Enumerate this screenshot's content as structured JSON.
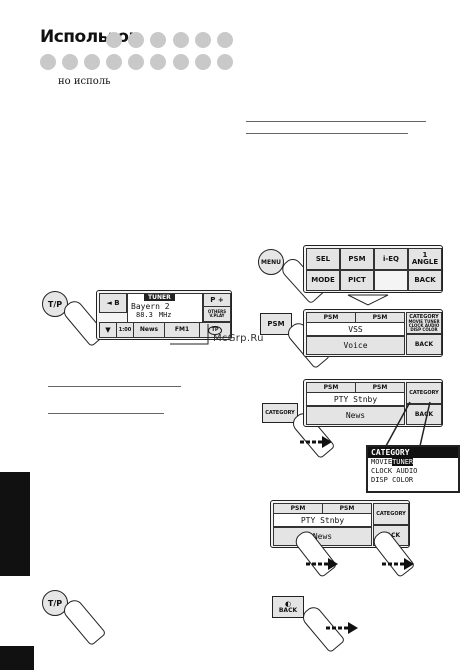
{
  "header": {
    "title": "Использов",
    "subtitle": "но исполь"
  },
  "side_tab": {
    "label": ""
  },
  "buttons": {
    "tp": "T/P",
    "menu": "MENU",
    "psm": "PSM",
    "back": "BACK"
  },
  "tuner_panel": {
    "left_top": "◄ B",
    "badge": "TUNER",
    "station": "Bayern 2",
    "freq": "88.3",
    "unit": "MHz",
    "right_top": "P +",
    "others": "OTHERS\nV.PLAY",
    "time": "1:00",
    "pty": "News",
    "fm": "FM1",
    "bottom_left": "▼",
    "bottom_icon": "TP"
  },
  "menu_panel": {
    "sel": "SEL",
    "psm": "PSM",
    "ieq": "i-EQ",
    "angle": "1\nANGLE",
    "mode": "MODE",
    "pict": "PICT",
    "back": "BACK"
  },
  "psm_panel_1": {
    "tab1": "PSM",
    "tab2": "PSM",
    "main": "VSS",
    "sub": "Voice",
    "category_title": "CATEGORY",
    "category_items": [
      "MOVIE TUNER",
      "CLOCK AUDIO",
      "DISP COLOR"
    ],
    "back": "BACK"
  },
  "psm_panel_2": {
    "tab1": "PSM",
    "tab2": "PSM",
    "main": "PTY Stnby",
    "sub": "News",
    "category_title": "CATEGORY",
    "back": "BACK"
  },
  "category_popup": {
    "title": "CATEGORY",
    "row1_a": "MOVIE",
    "row1_b": "TUNER",
    "row2_a": "CLOCK",
    "row2_b": "AUDIO",
    "row3_a": "DISP",
    "row3_b": "COLOR"
  },
  "psm_panel_3": {
    "tab1": "PSM",
    "tab2": "PSM",
    "main": "PTY Stnby",
    "sub": "News",
    "category_title": "CATEGORY",
    "back": "BACK"
  },
  "small_category_button": {
    "title": "CATEGORY"
  },
  "watermark": "McGrp.Ru"
}
